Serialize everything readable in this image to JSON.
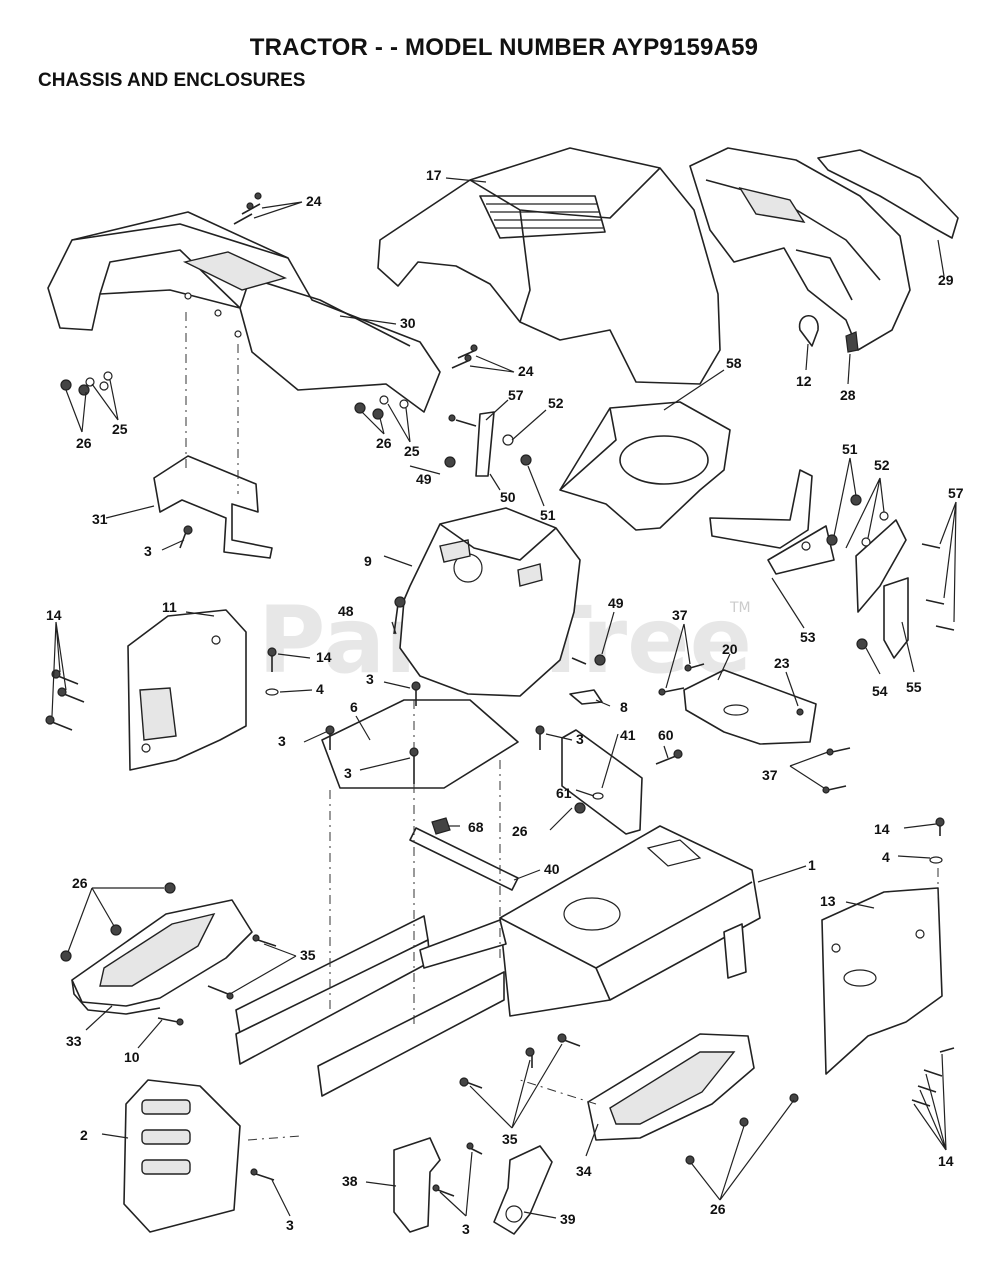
{
  "header": {
    "title": "TRACTOR - - MODEL NUMBER AYP9159A59",
    "subtitle": "CHASSIS AND ENCLOSURES"
  },
  "watermark": {
    "text": "PartsTree",
    "trademark": "TM"
  },
  "callouts": {
    "c17": "17",
    "c24a": "24",
    "c24b": "24",
    "c29": "29",
    "c30": "30",
    "c26a": "26",
    "c25a": "25",
    "c26b": "26",
    "c25b": "25",
    "c12": "12",
    "c28": "28",
    "c58": "58",
    "c57a": "57",
    "c52a": "52",
    "c49a": "49",
    "c50": "50",
    "c51a": "51",
    "c31": "31",
    "c3a": "3",
    "c9": "9",
    "c51b": "51",
    "c52b": "52",
    "c57b": "57",
    "c53": "53",
    "c54": "54",
    "c55": "55",
    "c14a": "14",
    "c11": "11",
    "c48": "48",
    "c49b": "49",
    "c37a": "37",
    "c20": "20",
    "c23": "23",
    "c14b": "14",
    "c4a": "4",
    "c3b": "3",
    "c6": "6",
    "c8": "8",
    "c3c": "3",
    "c3d": "3",
    "c41": "41",
    "c60": "60",
    "c37b": "37",
    "c3e": "3",
    "c61": "61",
    "c26c": "26",
    "c68": "68",
    "c14c": "14",
    "c4b": "4",
    "c40": "40",
    "c1": "1",
    "c26d": "26",
    "c13": "13",
    "c35a": "35",
    "c33": "33",
    "c10": "10",
    "c2": "2",
    "c35b": "35",
    "c14d": "14",
    "c38": "38",
    "c3f": "3",
    "c3g": "3",
    "c39": "39",
    "c34": "34",
    "c26e": "26"
  }
}
